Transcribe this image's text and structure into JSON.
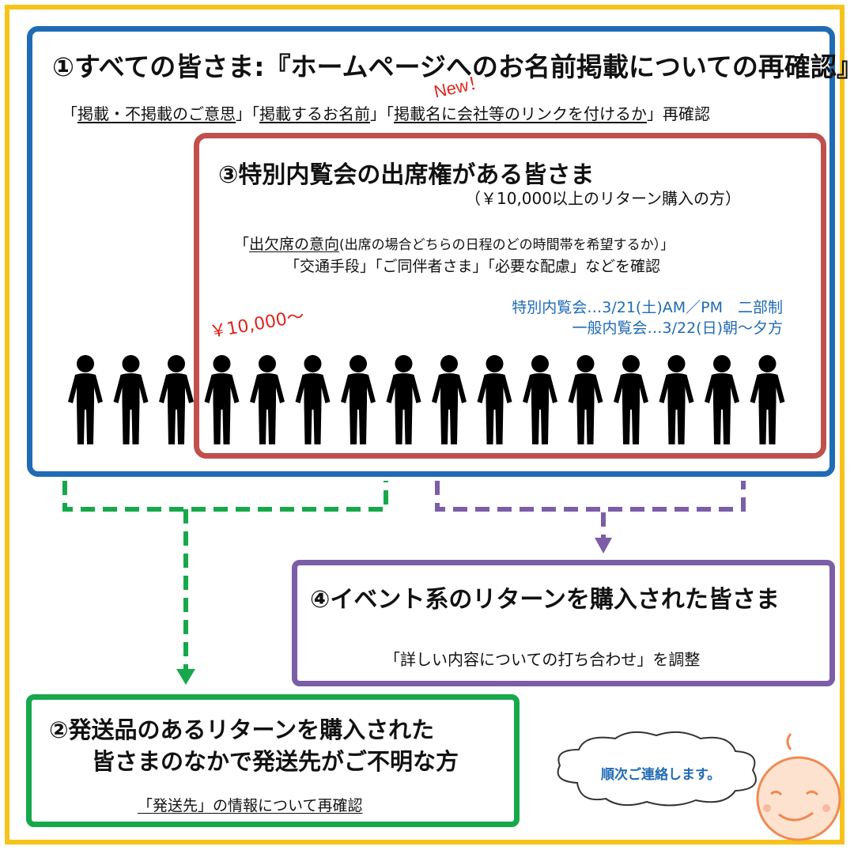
{
  "section1": {
    "title": "①すべての皆さま:『ホームページへのお名前掲載についての再確認』",
    "new_badge": "New！",
    "open_1": "「",
    "item_1": "掲載・不掲載のご意思",
    "mid_1": "」「",
    "item_2": "掲載するお名前",
    "mid_2": "」「",
    "item_3": "掲載名に会社等のリンクを付けるか",
    "tail": "」再確認"
  },
  "section3": {
    "title": "③特別内覧会の出席権がある皆さま",
    "subtitle": "（￥10,000以上のリターン購入の方）",
    "line1_open": "「",
    "line1_underlined": "出欠席の意向",
    "line1_rest": "(出席の場合どちらの日程のどの時間帯を希望するか）」",
    "line2": "「交通手段」「ご同伴者さま」「必要な配慮」などを確認",
    "threshold": "￥10,000～",
    "schedule": [
      "特別内覧会…3/21(土)AM／PM　二部制",
      "一般内覧会…3/22(日)朝～夕方"
    ]
  },
  "section4": {
    "title": "④イベント系のリターンを購入された皆さま",
    "body": "「詳しい内容についての打ち合わせ」を調整"
  },
  "section2": {
    "title_line1": "②発送品のあるリターンを購入された",
    "title_line2": "皆さまのなかで発送先がご不明な方",
    "body_underlined": "「発送先」",
    "body_rest": "の情報について再確認"
  },
  "note": {
    "cloud_text": "順次ご連絡します。"
  },
  "colors": {
    "frame": "#f7c21a",
    "section1": "#1f6bb5",
    "section3": "#c0504d",
    "section4": "#7b5ea7",
    "section2": "#17a84b",
    "accent_red": "#e0241b"
  }
}
